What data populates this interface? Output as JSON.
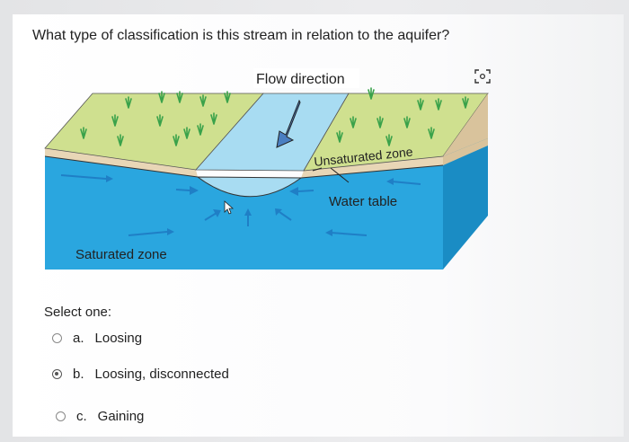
{
  "question": "What type of classification is this stream in relation to the aquifer?",
  "diagram": {
    "flow_direction": "Flow direction",
    "unsaturated_zone": "Unsaturated zone",
    "water_table": "Water table",
    "saturated_zone": "Saturated zone"
  },
  "prompt": "Select one:",
  "options": [
    {
      "letter": "a.",
      "label": "Loosing",
      "selected": false
    },
    {
      "letter": "b.",
      "label": "Loosing, disconnected",
      "selected": true
    },
    {
      "letter": "c.",
      "label": "Gaining",
      "selected": false
    }
  ],
  "colors": {
    "water": "#2aa6df",
    "grass_top": "#cfe08f",
    "stream": "#a8dcf2",
    "sand": "#e8d6b6",
    "arrow": "#1f7fc6"
  },
  "icons": {
    "corner": "image-scan-icon"
  }
}
